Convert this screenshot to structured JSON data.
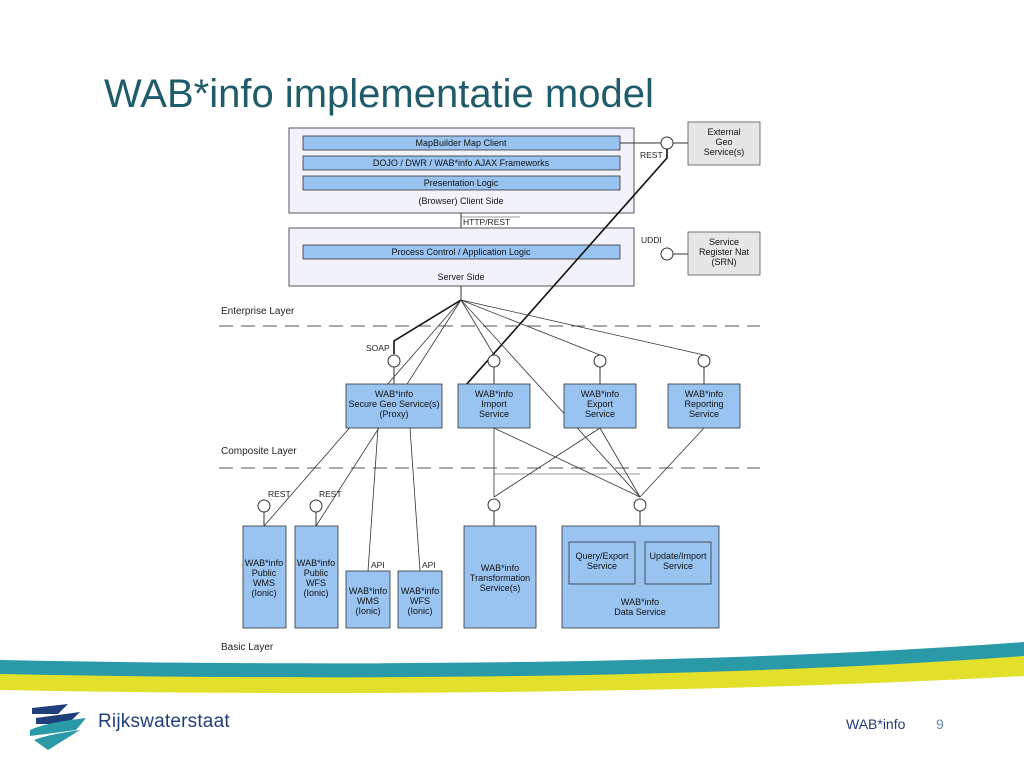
{
  "slide": {
    "title": "WAB*info implementatie model",
    "footer_brand": "Rijkswaterstaat",
    "footer_app": "WAB*info",
    "page_number": "9"
  },
  "diagram": {
    "client": {
      "rows": [
        "MapBuilder Map Client",
        "DOJO / DWR / WAB*info AJAX Frameworks",
        "Presentation Logic"
      ],
      "caption": "(Browser) Client Side"
    },
    "http_rest": "HTTP/REST",
    "server": {
      "row": "Process Control / Application Logic",
      "caption": "Server Side"
    },
    "rest_top": "REST",
    "uddi": "UDDI",
    "external_geo": [
      "External",
      "Geo",
      "Service(s)"
    ],
    "service_register": [
      "Service",
      "Register Nat",
      "(SRN)"
    ],
    "layers": {
      "enterprise": "Enterprise Layer",
      "composite": "Composite Layer",
      "basic": "Basic Layer"
    },
    "soap": "SOAP",
    "composite_services": [
      [
        "WAB*info",
        "Secure Geo Service(s)",
        "(Proxy)"
      ],
      [
        "WAB*info",
        "Import",
        "Service"
      ],
      [
        "WAB*info",
        "Export",
        "Service"
      ],
      [
        "WAB*info",
        "Reporting",
        "Service"
      ]
    ],
    "basic_labels": {
      "rest_1": "REST",
      "rest_2": "REST",
      "api_1": "API",
      "api_2": "API"
    },
    "basic_services": {
      "public_wms": [
        "WAB*info",
        "Public",
        "WMS",
        "(Ionic)"
      ],
      "public_wfs": [
        "WAB*info",
        "Public",
        "WFS",
        "(Ionic)"
      ],
      "wms": [
        "WAB*info",
        "WMS",
        "(Ionic)"
      ],
      "wfs": [
        "WAB*info",
        "WFS",
        "(Ionic)"
      ],
      "transformation": [
        "WAB*info",
        "Transformation",
        "Service(s)"
      ],
      "query_export": [
        "Query/Export",
        "Service"
      ],
      "update_import": [
        "Update/Import",
        "Service"
      ],
      "data_service": [
        "WAB*info",
        "Data Service"
      ]
    }
  },
  "colors": {
    "title": "#1f5c6b",
    "box_fill": "#99c4f2",
    "panel_fill": "#f2f2fb",
    "teal_band": "#2a9aa8",
    "yellow_band": "#e2e02a"
  }
}
